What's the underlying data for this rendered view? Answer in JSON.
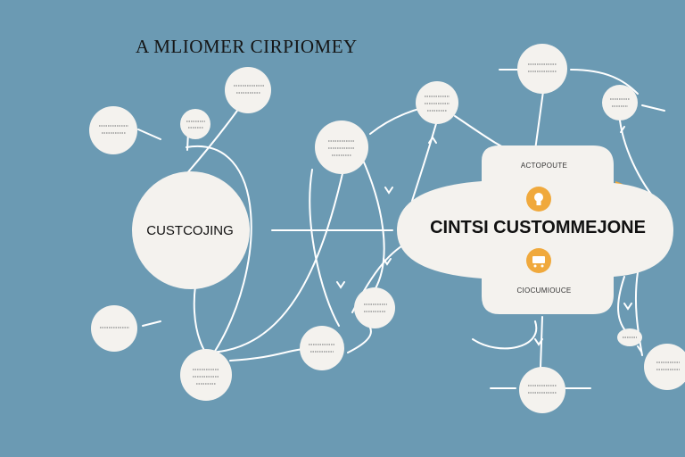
{
  "title": "A MLIOMER CIRPIOMEY",
  "left_hub": {
    "label": "CUSTCOJING"
  },
  "center_hub": {
    "header": "ACTOPOUTE",
    "title": "CINTSI CUSTOMMEJONE",
    "footer": "CIOCUMIOUCE"
  },
  "colors": {
    "background": "#6b9ab3",
    "node_fill": "#f4f2ee",
    "line": "#ffffff",
    "accent_orange": "#f0a93c",
    "placeholder_text": "#9a9a9a"
  },
  "icons": [
    "lightbulb-icon",
    "cart-icon"
  ]
}
